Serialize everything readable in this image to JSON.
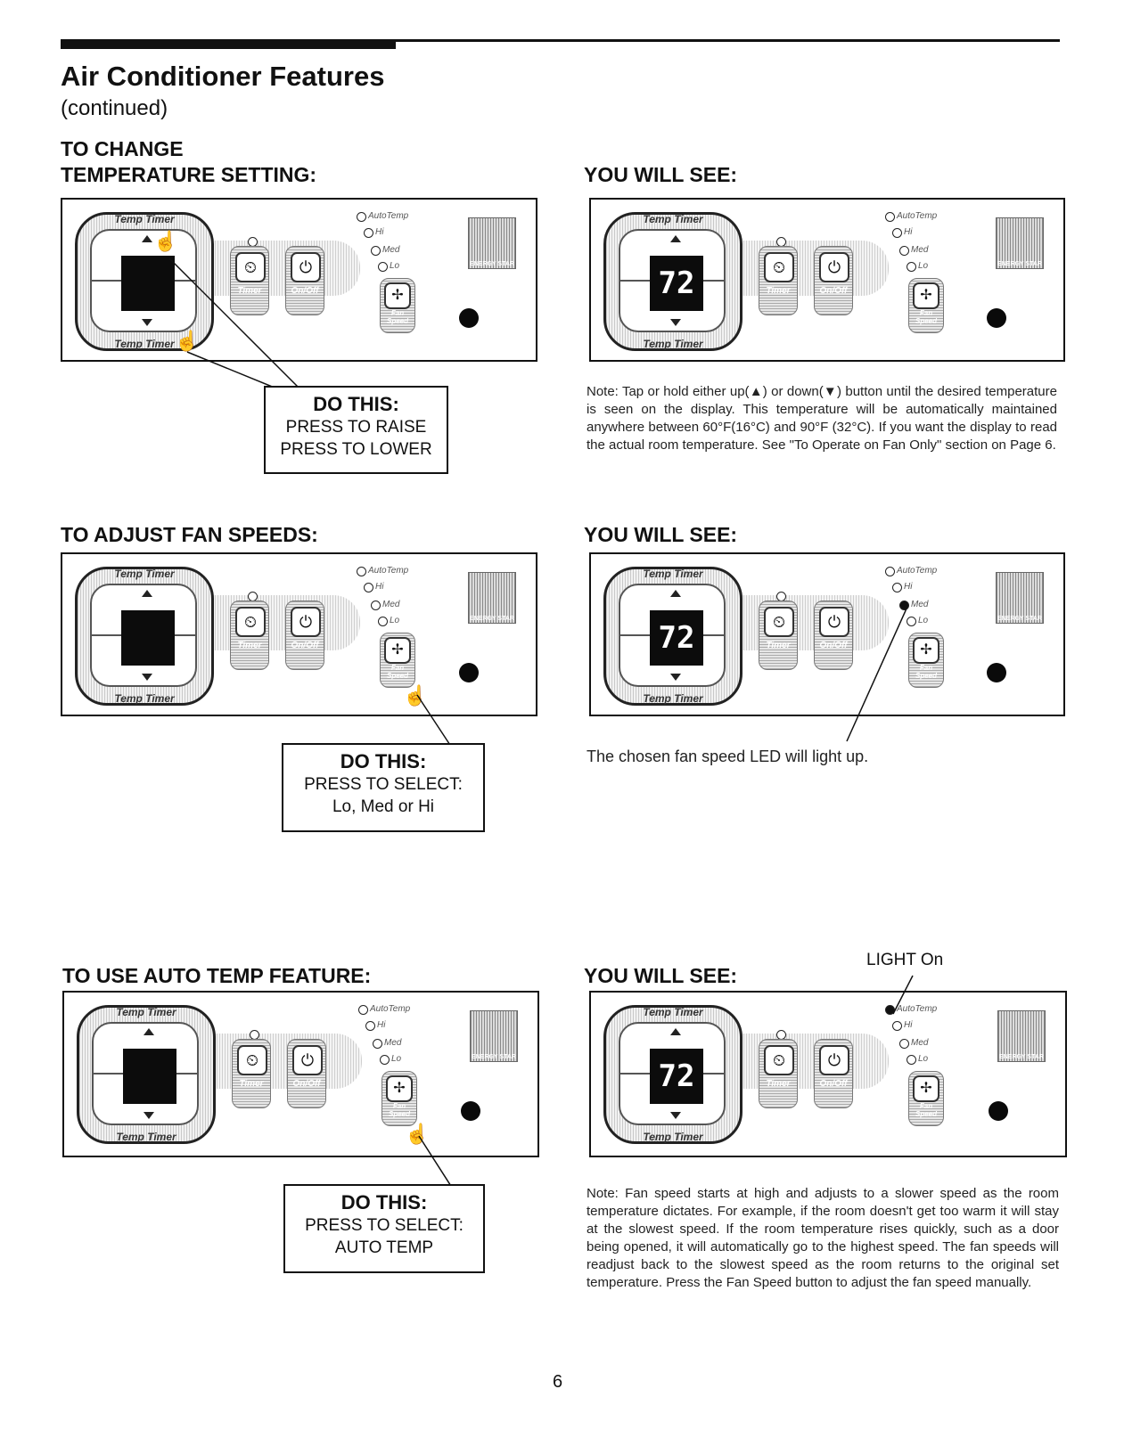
{
  "page": {
    "title": "Air Conditioner Features",
    "subtitle": "(continued)",
    "page_number": "6"
  },
  "panel_labels": {
    "temp_timer": "Temp Timer",
    "auto_temp": "AutoTemp",
    "hi": "Hi",
    "med": "Med",
    "lo": "Lo",
    "timer": "Timer",
    "on_off": "On/Off",
    "fan_speed": "Fan Speed",
    "energy_star": "ENERGY STAR",
    "display_value": "72"
  },
  "section1": {
    "heading_line1": "TO CHANGE",
    "heading_line2": "TEMPERATURE SETTING:",
    "see_heading": "YOU WILL SEE:",
    "do_title": "DO THIS:",
    "do_line1": "PRESS TO RAISE",
    "do_line2": "PRESS TO LOWER",
    "note": "Note: Tap or hold either up(▲) or down(▼) button until the desired temperature is seen on the display. This temperature will be automatically maintained anywhere between 60°F(16°C) and 90°F (32°C). If you want the display to read the actual room temperature. See \"To Operate on Fan Only\" section on Page 6."
  },
  "section2": {
    "heading": "TO ADJUST FAN SPEEDS:",
    "see_heading": "YOU WILL SEE:",
    "do_title": "DO THIS:",
    "do_line1": "PRESS TO SELECT:",
    "do_line2": "Lo, Med or Hi",
    "note": "The chosen fan speed LED will light up."
  },
  "section3": {
    "heading": "TO USE AUTO TEMP FEATURE:",
    "see_heading": "YOU WILL SEE:",
    "light_label": "LIGHT On",
    "do_title": "DO THIS:",
    "do_line1": "PRESS TO SELECT:",
    "do_line2": "AUTO TEMP",
    "note": "Note: Fan speed starts at high and adjusts to a slower speed as the room temperature dictates. For example, if the room doesn't get too warm it will stay at the slowest speed. If the room temperature rises quickly, such as a door being opened, it will automatically go to the highest speed. The fan speeds will readjust back to the slowest speed as the room returns to the original set temperature. Press the Fan Speed button to adjust the fan speed manually."
  },
  "colors": {
    "ink": "#111111",
    "panel_pattern": "#cfcfcf",
    "led_on": "#111111"
  }
}
